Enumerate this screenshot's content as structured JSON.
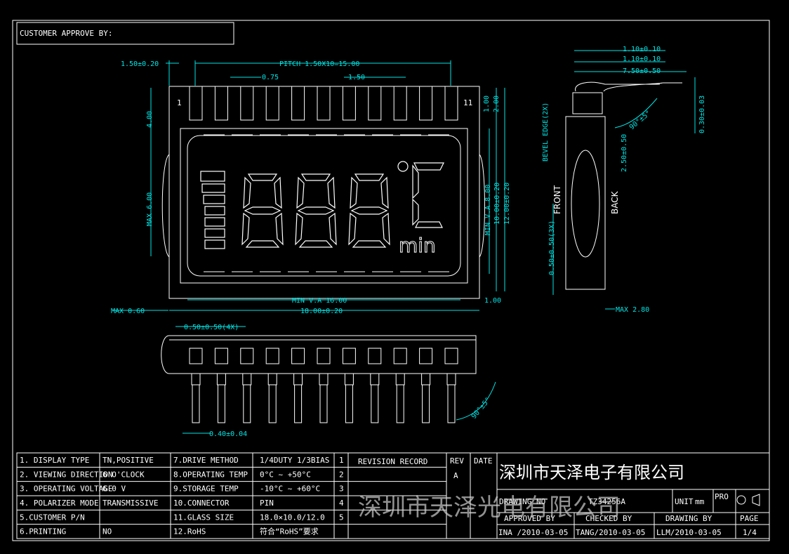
{
  "customer_approve": "CUSTOMER APPROVE BY:",
  "dims": {
    "pitch": "PITCH 1.50X10=15.00",
    "pin_left": "1.50±0.20",
    "w075": "0.75",
    "w150": "1.50",
    "max060": "MAX 0.60",
    "min_va_w": "MIN V.A 16.00",
    "width": "18.00±0.20",
    "r100": "1.00",
    "r100b": "1.00",
    "r200": "2.00",
    "min_va_h": "MIN V.A 8.00",
    "h1000": "10.00±0.20",
    "h1200": "12.00±0.20",
    "h400": "4.00",
    "max600": "MAX 6.00",
    "pin1": "1",
    "pin11": "11",
    "side_110a": "1.10±0.10",
    "side_110b": "1.10±0.10",
    "side_750": "7.50±0.50",
    "side_030": "0.30±0.03",
    "bevel": "BEVEL EDGE(2X)",
    "angle_side": "90°±5°",
    "side_250": "2.50±0.50",
    "front": "FRONT",
    "back": "BACK",
    "side_050": "0.50±0.50(3X)",
    "max280": "MAX 2.80",
    "bot_050": "0.50±0.50(4X)",
    "bot_040": "0.40±0.04",
    "bot_angle": "90°±5°"
  },
  "lcd": {
    "digits": "888",
    "degree": "°C",
    "unit": "min"
  },
  "spec_table": {
    "rows": [
      {
        "n": "1. DISPLAY TYPE",
        "v": "TN,POSITIVE",
        "n2": "7.DRIVE   METHOD",
        "v2": "1/4DUTY 1/3BIAS",
        "idx": "1"
      },
      {
        "n": "2. VIEWING DIRECTION",
        "v": "6  O'CLOCK",
        "n2": "8.OPERATING TEMP",
        "v2": "0°C ~ +50°C",
        "idx": "2"
      },
      {
        "n": "3. OPERATING VOLTAGE",
        "v": "6.0  V",
        "n2": "9.STORAGE   TEMP",
        "v2": "-10°C ~ +60°C",
        "idx": "3"
      },
      {
        "n": "4. POLARIZER MODE",
        "v": "TRANSMISSIVE",
        "n2": "10.CONNECTOR",
        "v2": "PIN",
        "idx": "4"
      },
      {
        "n": "5.CUSTOMER P/N",
        "v": "",
        "n2": "11.GLASS SIZE",
        "v2": "18.0×10.0/12.0",
        "idx": "5"
      },
      {
        "n": "6.PRINTING",
        "v": "NO",
        "n2": "12.RoHS",
        "v2": "符合“RoHS”要求",
        "idx": ""
      }
    ]
  },
  "revision": {
    "title": "REVISION RECORD",
    "rev": "REV",
    "date": "DATE",
    "rev_a": "A"
  },
  "company": "深圳市天泽电子有限公司",
  "watermark": "深圳市天泽光电有限公司",
  "title_block": {
    "drawing_no_label": "DRAWING NO",
    "drawing_no": "TZ34256A",
    "unit_label": "UNIT",
    "unit": "mm",
    "pro_label": "PRO",
    "approved_label": "APPROVED BY",
    "checked_label": "CHECKED BY",
    "drawing_by_label": "DRAWING BY",
    "page_label": "PAGE",
    "approved": "INA /2010-03-05",
    "checked": "TANG/2010-03-05",
    "drawn": "LLM/2010-03-05",
    "page": "1/4"
  }
}
